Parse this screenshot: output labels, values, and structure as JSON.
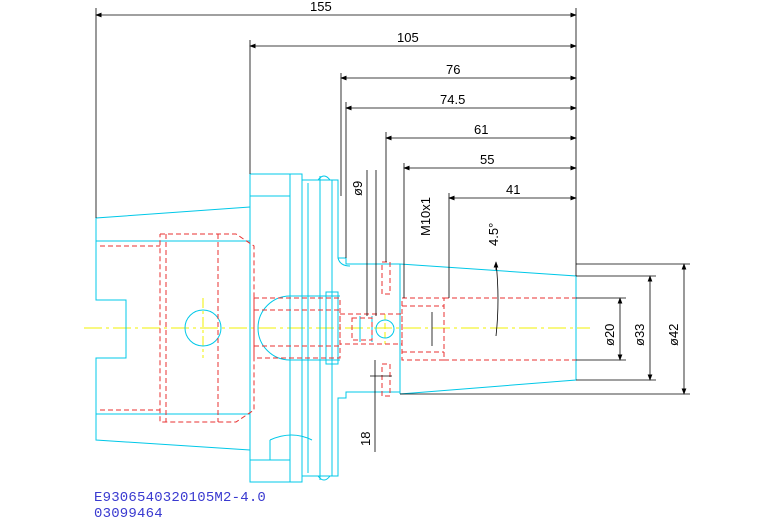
{
  "colors": {
    "outline": "#00c8e8",
    "hidden": "#e83030",
    "centerline": "#f0f000",
    "dimension": "#000000",
    "caption": "#3a3ad0"
  },
  "dimensions": {
    "len_155": "155",
    "len_105": "105",
    "len_76": "76",
    "len_74_5": "74.5",
    "len_61": "61",
    "len_55": "55",
    "len_41": "41",
    "dia_9": "ø9",
    "thread": "M10x1",
    "angle": "4.5°",
    "len_18": "18",
    "dia_20": "ø20",
    "dia_33": "ø33",
    "dia_42": "ø42"
  },
  "caption": {
    "part_number": "E9306540320105M2-4.0",
    "code": "03099464"
  }
}
